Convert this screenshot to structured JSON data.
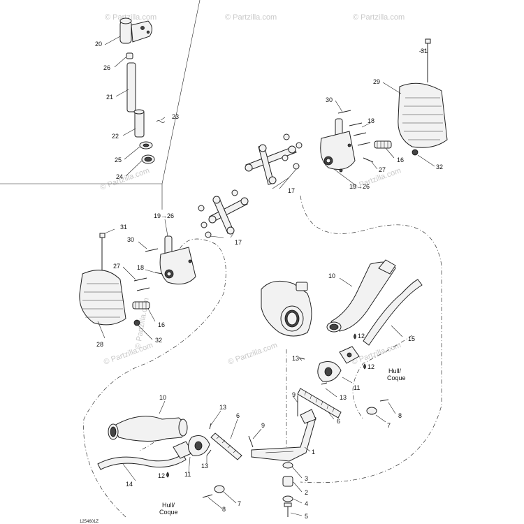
{
  "diagram": {
    "watermark": "© Partzilla.com",
    "drawing_code": "1254601Z",
    "hull_label": "Hull/\nCoque",
    "callouts": [
      {
        "id": "c20",
        "label": "20"
      },
      {
        "id": "c26a",
        "label": "26"
      },
      {
        "id": "c21",
        "label": "21"
      },
      {
        "id": "c22",
        "label": "22"
      },
      {
        "id": "c23",
        "label": "23"
      },
      {
        "id": "c25",
        "label": "25"
      },
      {
        "id": "c24",
        "label": "24"
      },
      {
        "id": "c31a",
        "label": "31"
      },
      {
        "id": "c29",
        "label": "29"
      },
      {
        "id": "c30a",
        "label": "30"
      },
      {
        "id": "c18a",
        "label": "18"
      },
      {
        "id": "c16a",
        "label": "16"
      },
      {
        "id": "c27a",
        "label": "27"
      },
      {
        "id": "c32a",
        "label": "32"
      },
      {
        "id": "c17a",
        "label": "17"
      },
      {
        "id": "c1926a",
        "label": "19→26"
      },
      {
        "id": "c17b",
        "label": "17"
      },
      {
        "id": "c1926b",
        "label": "19→26"
      },
      {
        "id": "c31b",
        "label": "31"
      },
      {
        "id": "c30b",
        "label": "30"
      },
      {
        "id": "c27b",
        "label": "27"
      },
      {
        "id": "c18b",
        "label": "18"
      },
      {
        "id": "c16b",
        "label": "16"
      },
      {
        "id": "c32b",
        "label": "32"
      },
      {
        "id": "c28",
        "label": "28"
      },
      {
        "id": "c10a",
        "label": "10"
      },
      {
        "id": "c12a",
        "label": "12"
      },
      {
        "id": "c15",
        "label": "15"
      },
      {
        "id": "c13a",
        "label": "13"
      },
      {
        "id": "c12b",
        "label": "12"
      },
      {
        "id": "c11a",
        "label": "11"
      },
      {
        "id": "c9a",
        "label": "9"
      },
      {
        "id": "c13b",
        "label": "13"
      },
      {
        "id": "c6a",
        "label": "6"
      },
      {
        "id": "c8a",
        "label": "8"
      },
      {
        "id": "c7a",
        "label": "7"
      },
      {
        "id": "c10b",
        "label": "10"
      },
      {
        "id": "c13c",
        "label": "13"
      },
      {
        "id": "c6b",
        "label": "6"
      },
      {
        "id": "c9b",
        "label": "9"
      },
      {
        "id": "c1",
        "label": "1"
      },
      {
        "id": "c13d",
        "label": "13"
      },
      {
        "id": "c12c",
        "label": "12"
      },
      {
        "id": "c11b",
        "label": "11"
      },
      {
        "id": "c14",
        "label": "14"
      },
      {
        "id": "c3",
        "label": "3"
      },
      {
        "id": "c2",
        "label": "2"
      },
      {
        "id": "c4",
        "label": "4"
      },
      {
        "id": "c5",
        "label": "5"
      },
      {
        "id": "c7b",
        "label": "7"
      },
      {
        "id": "c8b",
        "label": "8"
      }
    ]
  }
}
